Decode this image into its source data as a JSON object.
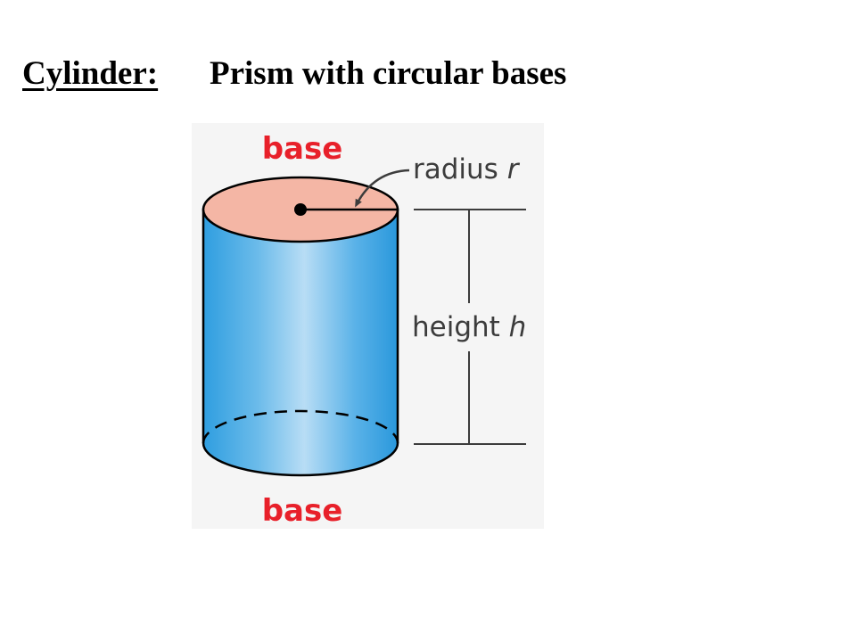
{
  "slide": {
    "term": "Cylinder:",
    "definition": "Prism with circular bases"
  },
  "diagram": {
    "top_label": "base",
    "bottom_label": "base",
    "radius_label": "radius",
    "radius_variable": "r",
    "height_label": "height",
    "height_variable": "h"
  },
  "colors": {
    "label_red": "#e8202a",
    "top_face": "#f4b6a5",
    "cylinder_blue": "#3aa7e3",
    "cylinder_highlight": "#b8ddf5",
    "label_gray": "#3c3c3c",
    "figure_background": "#f5f5f5"
  }
}
